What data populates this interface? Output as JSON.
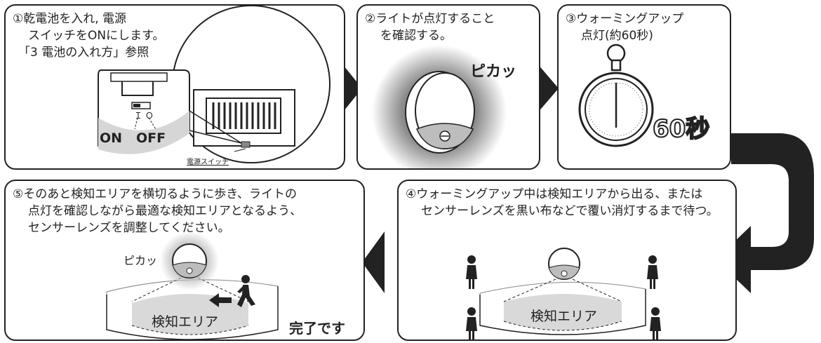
{
  "steps": [
    {
      "number": "①",
      "lines": [
        "①乾電池を入れ, 電源",
        "スイッチをONにします。",
        "「3 電池の入れ方」参照"
      ],
      "switch_on": "ON",
      "switch_off": "OFF",
      "switch_marks": "Ｉ Ｏ",
      "caption": "電源スイッチ"
    },
    {
      "number": "②",
      "lines": [
        "②ライトが点灯すること",
        "を確認する。"
      ],
      "flash": "ピカッ"
    },
    {
      "number": "③",
      "lines": [
        "③ウォーミングアップ",
        "点灯(約60秒)"
      ],
      "timer": "60秒"
    },
    {
      "number": "④",
      "lines": [
        "④ウォーミングアップ中は検知エリアから出る、または",
        "センサーレンズを黒い布などで覆い消灯するまで待つ。"
      ],
      "area": "検知エリア"
    },
    {
      "number": "⑤",
      "lines": [
        "⑤そのあと検知エリアを横切るように歩き、ライトの",
        "点灯を確認しながら最適な検知エリアとなるよう、",
        "センサーレンズを調整してください。"
      ],
      "flash": "ピカッ",
      "area": "検知エリア",
      "done": "完了です"
    }
  ],
  "colors": {
    "ink": "#222222",
    "glow": "#9a9a9a",
    "area": "#d9d9d9"
  }
}
